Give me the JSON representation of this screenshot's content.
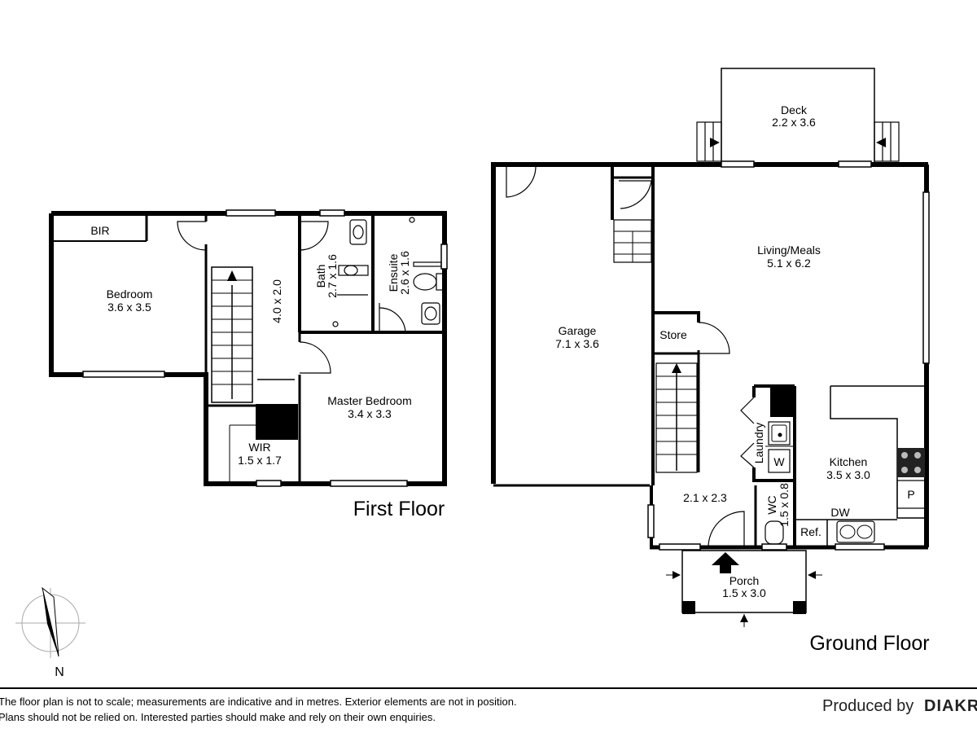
{
  "first_floor": {
    "title": "First Floor",
    "rooms": {
      "bir": "BIR",
      "bedroom": {
        "name": "Bedroom",
        "size": "3.6 x 3.5"
      },
      "hall": "4.0 x 2.0",
      "bath": {
        "name": "Bath",
        "size": "2.7 x 1.6"
      },
      "ensuite": {
        "name": "Ensuite",
        "size": "2.6 x 1.6"
      },
      "master": {
        "name": "Master Bedroom",
        "size": "3.4 x 3.3"
      },
      "wir": {
        "name": "WIR",
        "size": "1.5 x 1.7"
      }
    }
  },
  "ground_floor": {
    "title": "Ground Floor",
    "rooms": {
      "deck": {
        "name": "Deck",
        "size": "2.2 x 3.6"
      },
      "garage": {
        "name": "Garage",
        "size": "7.1 x 3.6"
      },
      "living": {
        "name": "Living/Meals",
        "size": "5.1 x 6.2"
      },
      "store": "Store",
      "laundry": "Laundry",
      "washer": "W",
      "kitchen": {
        "name": "Kitchen",
        "size": "3.5 x 3.0"
      },
      "pantry": "P",
      "dishwasher": "DW",
      "fridge": "Ref.",
      "entry": "2.1 x 2.3",
      "wc": {
        "name": "WC",
        "size": "1.5 x 0.8"
      },
      "porch": {
        "name": "Porch",
        "size": "1.5 x 3.0"
      }
    }
  },
  "compass_label": "N",
  "footer": {
    "disclaimer_1": "The floor plan is not to scale; measurements are indicative and in metres. Exterior elements are not in position.",
    "disclaimer_2": "Plans should not be relied on. Interested parties should make and rely on their own enquiries.",
    "produced_by": "Produced by",
    "brand": "DIAKRI"
  }
}
